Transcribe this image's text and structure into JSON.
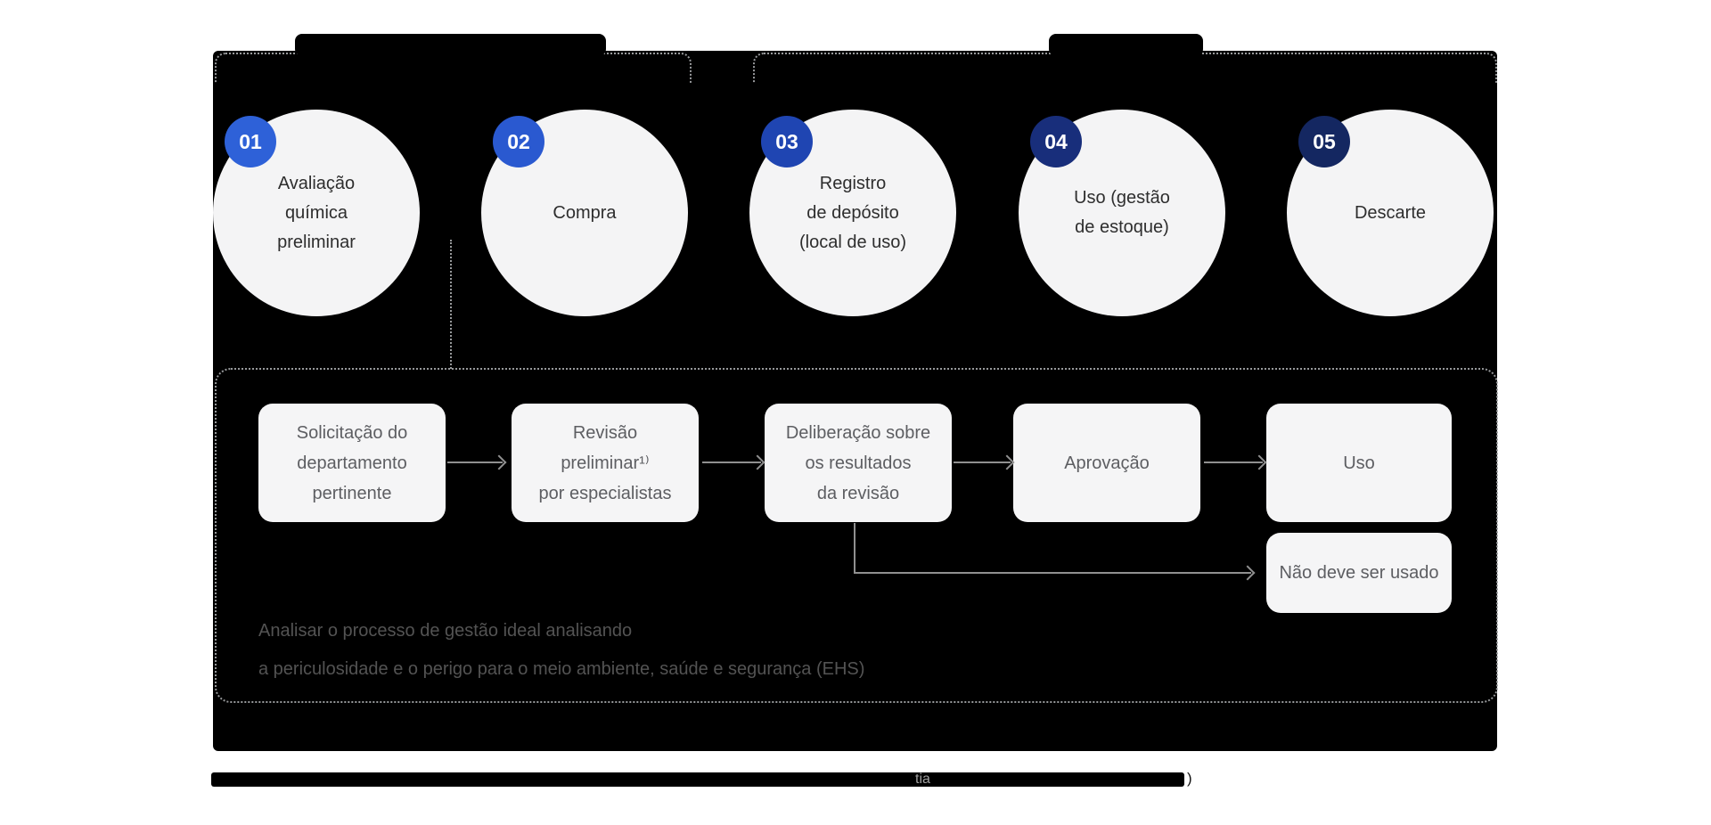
{
  "colors": {
    "panel_bg": "#000000",
    "circle_bg": "#f4f4f5",
    "box_bg": "#f5f5f6",
    "arrow_gray": "#909090",
    "dotted_border_gray": "#97999b",
    "note_text_gray": "#535353",
    "badge_text": "#ffffff"
  },
  "steps": [
    {
      "number": "01",
      "badge_color": "#2E61D8",
      "lines": [
        "Avaliação",
        "química",
        "preliminar"
      ]
    },
    {
      "number": "02",
      "badge_color": "#2A59D0",
      "lines": [
        "Compra"
      ]
    },
    {
      "number": "03",
      "badge_color": "#1F45B2",
      "lines": [
        "Registro",
        "de depósito",
        "(local de uso)"
      ]
    },
    {
      "number": "04",
      "badge_color": "#182E7B",
      "lines": [
        "Uso (gestão",
        "de estoque)"
      ]
    },
    {
      "number": "05",
      "badge_color": "#142761",
      "lines": [
        "Descarte"
      ]
    }
  ],
  "detail_flow": {
    "boxes": [
      {
        "lines": [
          "Solicitação do",
          "departamento",
          "pertinente"
        ]
      },
      {
        "lines": [
          "Revisão",
          "preliminar¹⁾",
          "por especialistas"
        ]
      },
      {
        "lines": [
          "Deliberação sobre",
          "os resultados",
          "da revisão"
        ]
      },
      {
        "lines": [
          "Aprovação"
        ]
      },
      {
        "lines": [
          "Uso"
        ]
      },
      {
        "lines": [
          "Não deve ser usado"
        ]
      }
    ],
    "note_lines": [
      "Analisar o processo de gestão ideal analisando",
      "a periculosidade e o perigo para o meio ambiente, saúde e segurança (EHS)"
    ]
  },
  "footnote": {
    "visible_fragment": "tia",
    "visible_suffix": ")"
  }
}
